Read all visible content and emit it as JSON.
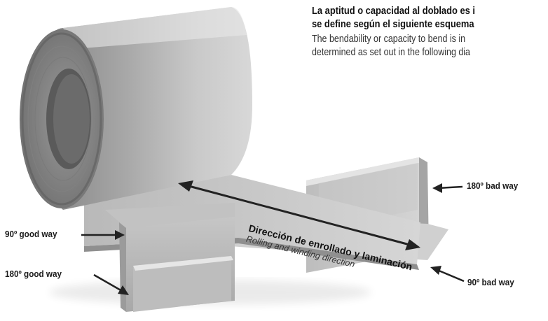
{
  "heading": {
    "es_line1": "La aptitud o capacidad al doblado es i",
    "es_line2": "se define según el siguiente esquema",
    "en_line1": "The bendability or capacity to bend is in",
    "en_line2": "determined as set out in the following dia"
  },
  "labels": {
    "bad_180": "180º bad way",
    "good_90": "90º good way",
    "good_180": "180º good way",
    "bad_90": "90º bad way"
  },
  "direction": {
    "es": "Dirección de enrollado y laminación",
    "en": "Rolling and winding direction"
  },
  "colors": {
    "metal_light": "#dcdcdc",
    "metal_mid": "#b4b4b4",
    "metal_dark": "#8a8a8a",
    "arrow": "#222222"
  }
}
